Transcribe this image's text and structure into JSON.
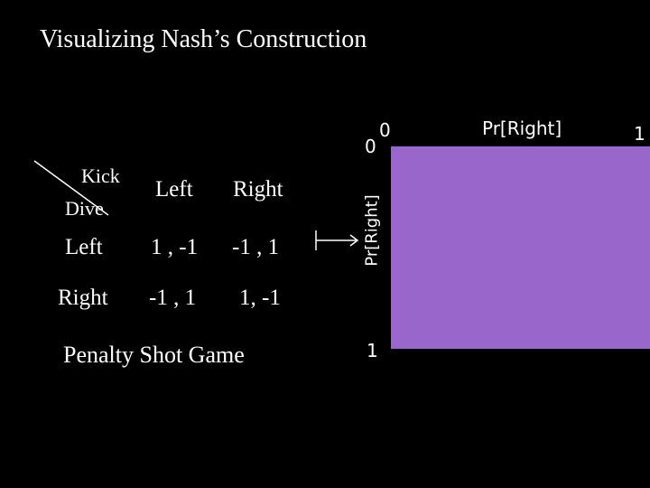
{
  "slide": {
    "title": "Visualizing Nash’s Construction"
  },
  "payoff_table": {
    "header_kick": "Kick",
    "header_dive": "Dive",
    "columns": [
      "Left",
      "Right"
    ],
    "rows": [
      {
        "label": "Left",
        "cells": [
          "1 , -1",
          "-1 , 1"
        ]
      },
      {
        "label": "Right",
        "cells": [
          "-1 , 1",
          "1, -1"
        ]
      }
    ],
    "caption": "Penalty Shot Game"
  },
  "strategy_square": {
    "color": "#9966cc",
    "top_axis_label": "Pr[Right]",
    "left_axis_label": "Pr[Right]",
    "top_left_x_tick": "0",
    "top_left_y_tick": "0",
    "top_right_tick": "1",
    "bottom_tick": "1"
  }
}
